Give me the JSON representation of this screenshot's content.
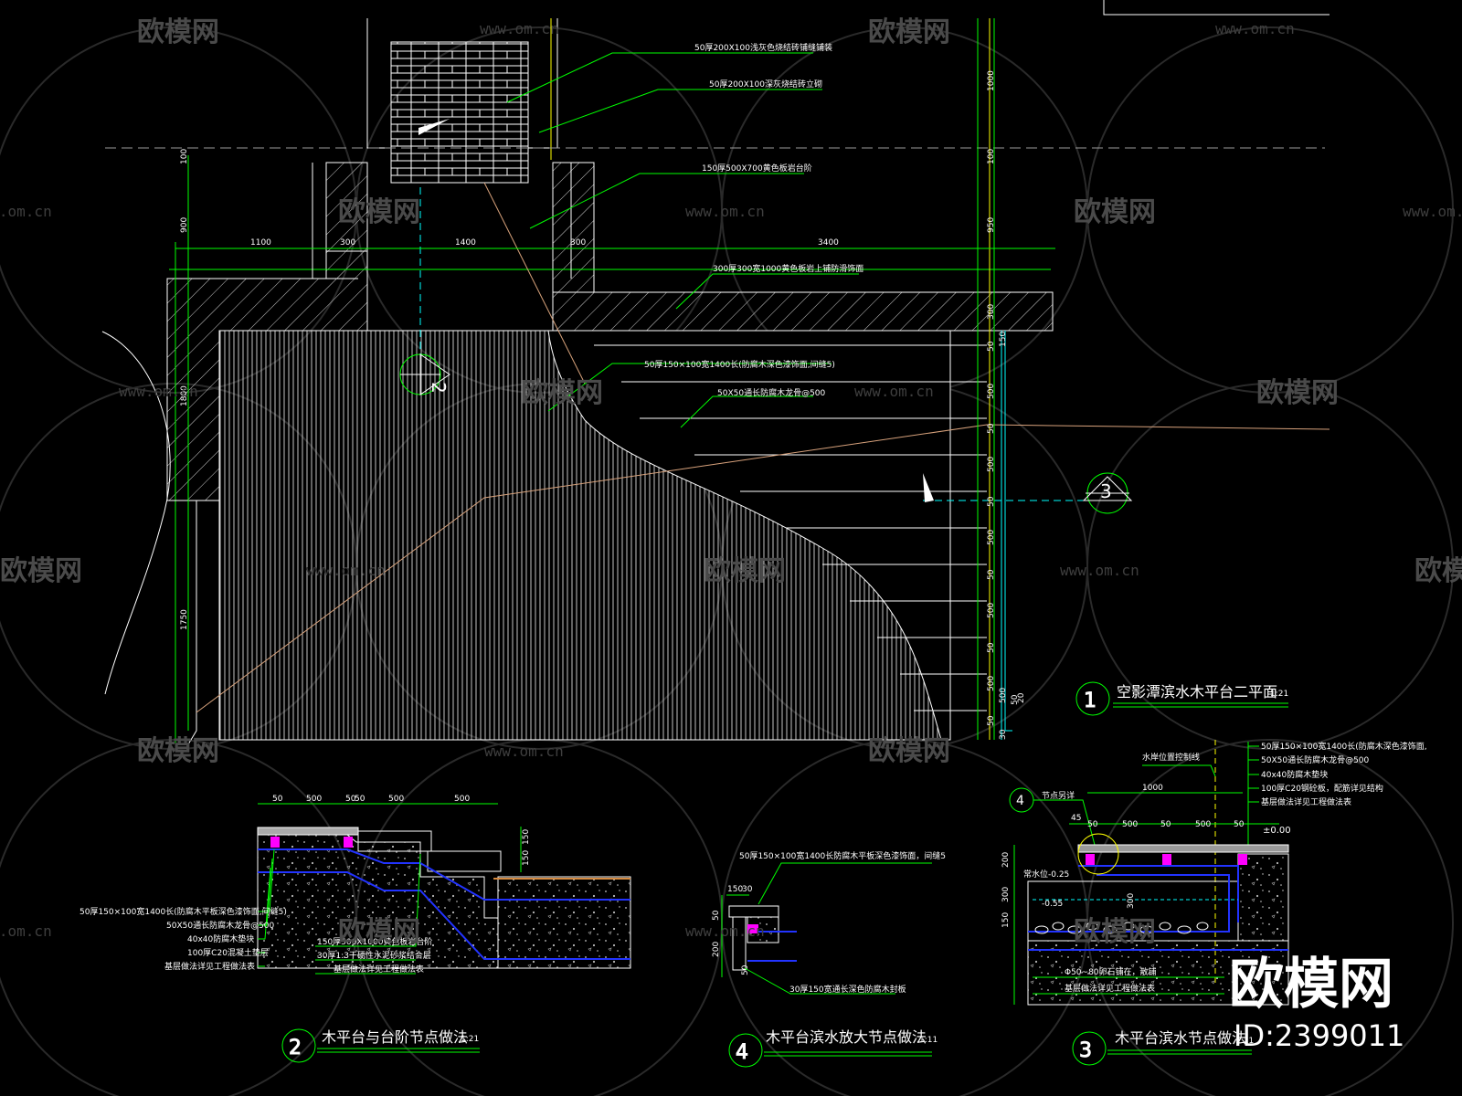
{
  "watermark": {
    "brand": "欧模网",
    "url": "www.om.cn",
    "big_logo": "欧模网",
    "id_label": "ID:2399011"
  },
  "plan": {
    "callouts": [
      "50厚200X100浅灰色烧结砖铺缝铺装",
      "50厚200X100深灰烧结砖立砌",
      "150厚500X700黄色板岩台阶",
      "300厚300宽1000黄色板岩上铺防滑饰面",
      "50厚150×100宽1400长(防腐木深色漆饰面,间缝5)",
      "50X50通长防腐木龙骨@500"
    ],
    "dims_top": [
      "1100",
      "300",
      "1400",
      "300",
      "3400"
    ],
    "dims_left": [
      "100",
      "900",
      "1800",
      "1750"
    ],
    "dims_right": [
      "1000",
      "100",
      "950",
      "300",
      "50",
      "150",
      "500",
      "50",
      "500",
      "50",
      "500",
      "50",
      "500",
      "50",
      "500",
      "50",
      "500",
      "50",
      "30",
      "20"
    ],
    "section_marks": [
      "2",
      "3"
    ],
    "title_num": "1",
    "title": "空影潭滨水木平台二平面",
    "scale": "1:21"
  },
  "detail2": {
    "dims_top": [
      "50",
      "500",
      "50",
      "50",
      "500",
      "500"
    ],
    "dims_right": [
      "150",
      "150"
    ],
    "labels_left": [
      "50厚150×100宽1400长(防腐木平板深色漆饰面,间缝5)",
      "50X50通长防腐木龙骨@500",
      "40x40防腐木垫块",
      "100厚C20混凝土垫层",
      "基层做法详见工程做法表"
    ],
    "labels_mid": [
      "150厚500X1000黄色板岩台阶",
      "30厚1:3干硬性水泥砂浆结合层",
      "基层做法详见工程做法表"
    ],
    "title_num": "2",
    "title": "木平台与台阶节点做法",
    "scale": "1:21"
  },
  "detail4": {
    "label_top": "50厚150×100宽1400长防腐木平板深色漆饰面，间缝5",
    "label_bottom": "30厚150宽通长深色防腐木封板",
    "dims": [
      "150",
      "30",
      "50",
      "200",
      "50"
    ],
    "title_num": "4",
    "title": "木平台滨水放大节点做法",
    "scale": "1:11"
  },
  "detail3": {
    "label_left_top": "水岸位置控制线",
    "note_ref": "4",
    "note_ref_label": "节点另详",
    "labels_right": [
      "50厚150×100宽1400长(防腐木深色漆饰面,",
      "50X50通长防腐木龙骨@500",
      "40x40防腐木垫块",
      "100厚C20钢砼板，配筋详见结构",
      "基层做法详见工程做法表"
    ],
    "dim_total": "1000",
    "dims_top": [
      "45",
      "50",
      "500",
      "50",
      "500",
      "50"
    ],
    "level_zero": "±0.00",
    "water_level": "常水位-0.25",
    "level_bottom": "-0.55",
    "dims_left": [
      "200",
      "300",
      "150"
    ],
    "dim_inner": "300",
    "labels_bottom": [
      "Φ50~80卵石铺在，散铺",
      "基层做法详见工程做法表"
    ],
    "title_num": "3",
    "title": "木平台滨水节点做法",
    "scale": "1:21"
  }
}
